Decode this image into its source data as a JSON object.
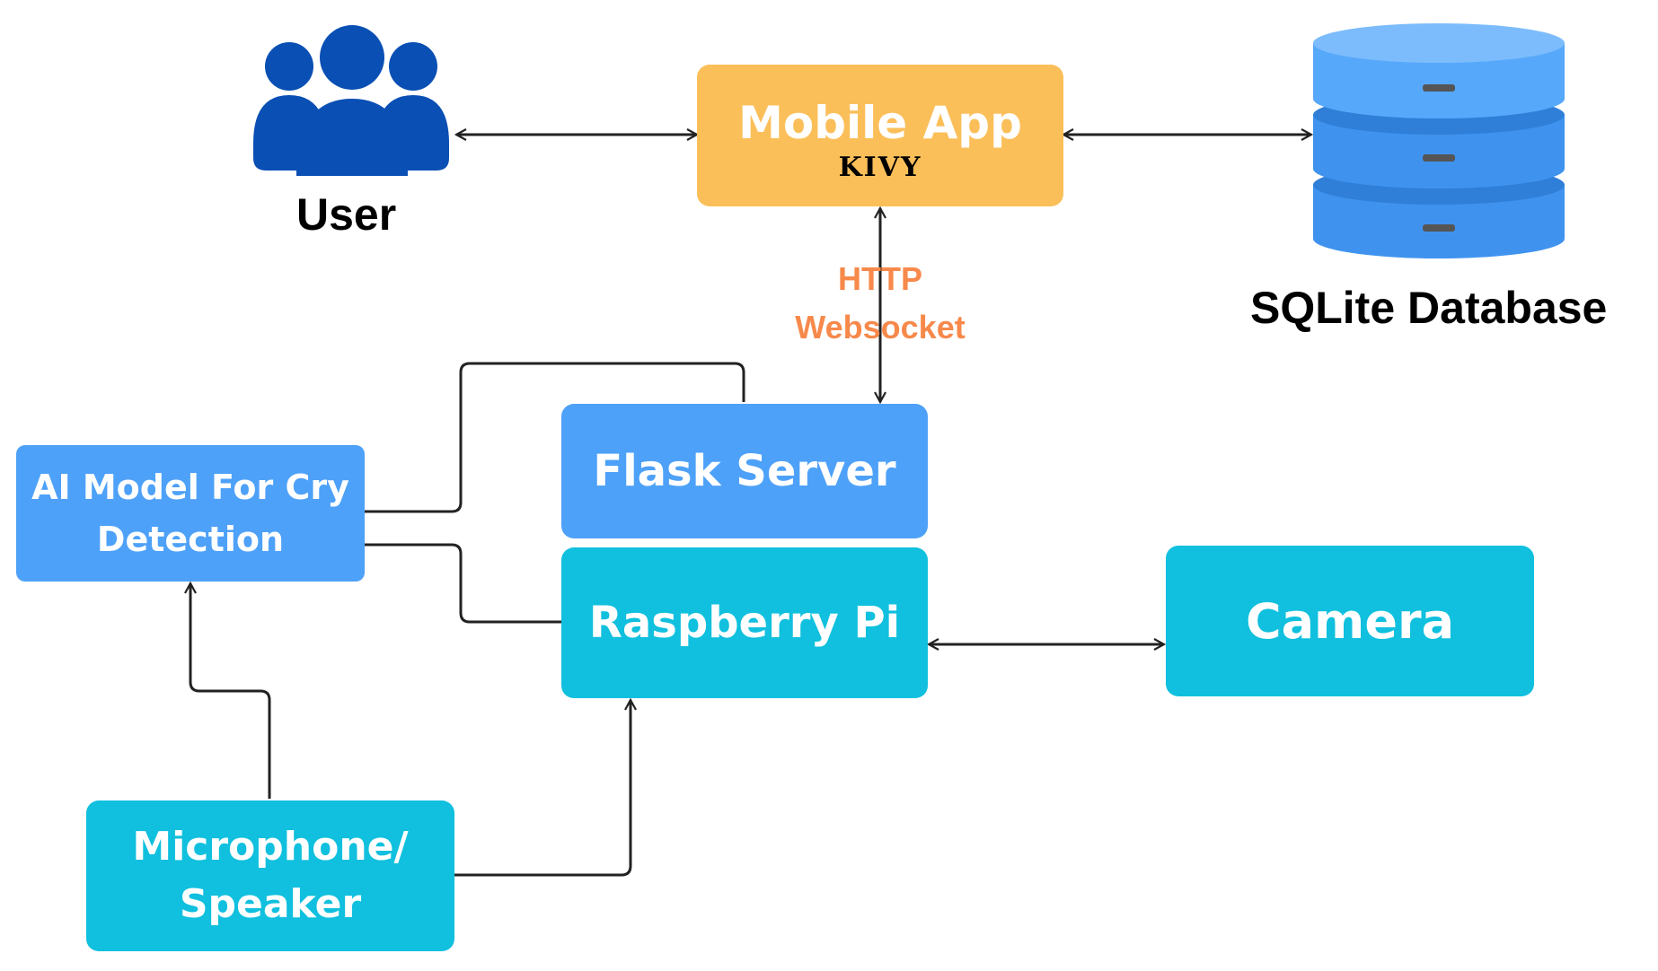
{
  "nodes": {
    "user": {
      "label": "User",
      "icon": "users-group-icon",
      "color": "#0a4fb4"
    },
    "mobile_app": {
      "title": "Mobile App",
      "subtitle": "KIVY",
      "color": "#fbbf5a"
    },
    "database": {
      "label": "SQLite Database",
      "icon": "database-icon",
      "color": "#4ea1f8"
    },
    "flask_server": {
      "label": "Flask Server",
      "color": "#4ea1f8"
    },
    "raspberry_pi": {
      "label": "Raspberry Pi",
      "color": "#10c0de"
    },
    "camera": {
      "label": "Camera",
      "color": "#10c0de"
    },
    "ai_model": {
      "label_line1": "AI Model For Cry",
      "label_line2": "Detection",
      "color": "#4ea1f8"
    },
    "microphone": {
      "label_line1": "Microphone/",
      "label_line2": "Speaker",
      "color": "#10c0de"
    }
  },
  "connection_labels": {
    "protocol_line1": "HTTP",
    "protocol_line2": "Websocket",
    "color": "#f7894b"
  },
  "edges": [
    {
      "from": "user",
      "to": "mobile_app",
      "direction": "both"
    },
    {
      "from": "mobile_app",
      "to": "database",
      "direction": "both"
    },
    {
      "from": "mobile_app",
      "to": "flask_server",
      "direction": "both"
    },
    {
      "from": "ai_model",
      "to": "flask_server",
      "direction": "none"
    },
    {
      "from": "ai_model",
      "to": "raspberry_pi",
      "direction": "none"
    },
    {
      "from": "raspberry_pi",
      "to": "camera",
      "direction": "both"
    },
    {
      "from": "microphone",
      "to": "ai_model",
      "direction": "forward"
    },
    {
      "from": "microphone",
      "to": "raspberry_pi",
      "direction": "forward"
    }
  ]
}
